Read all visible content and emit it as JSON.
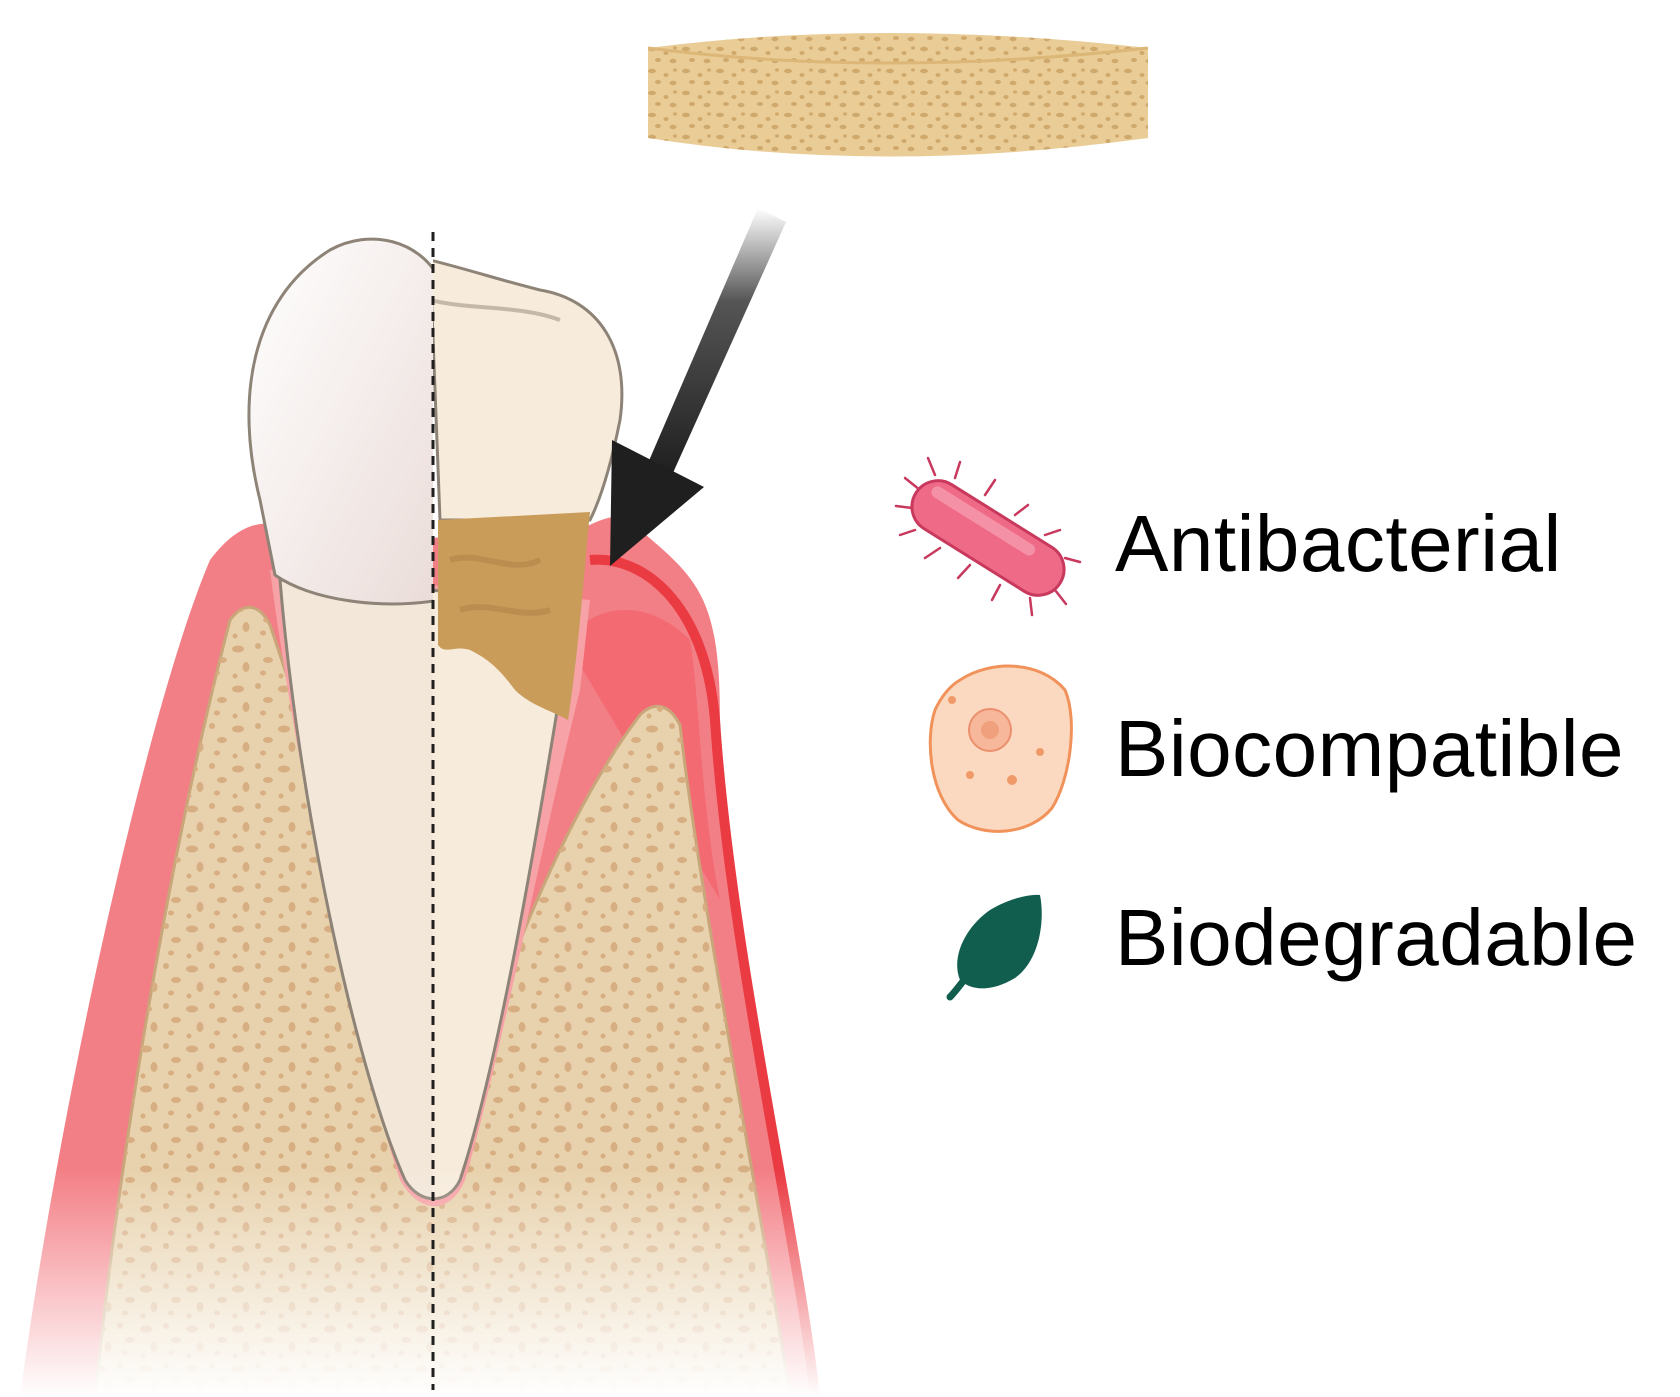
{
  "legend": {
    "items": [
      {
        "label": "Antibacterial",
        "icon": "bacterium-icon",
        "color": "#ef6a86"
      },
      {
        "label": "Biocompatible",
        "icon": "cell-icon",
        "color": "#f8c9a8"
      },
      {
        "label": "Biodegradable",
        "icon": "leaf-icon",
        "color": "#115e4e"
      }
    ]
  },
  "colors": {
    "gum": "#f37f86",
    "gum_inflamed": "#ea3a42",
    "bone": "#e8d2ad",
    "bone_pores": "#d8b58a",
    "enamel": "#f6efe9",
    "dentin": "#f7ecdc",
    "calculus": "#c99c5a",
    "scaffold": "#e9cc96",
    "arrow": "#1f1f1f"
  }
}
